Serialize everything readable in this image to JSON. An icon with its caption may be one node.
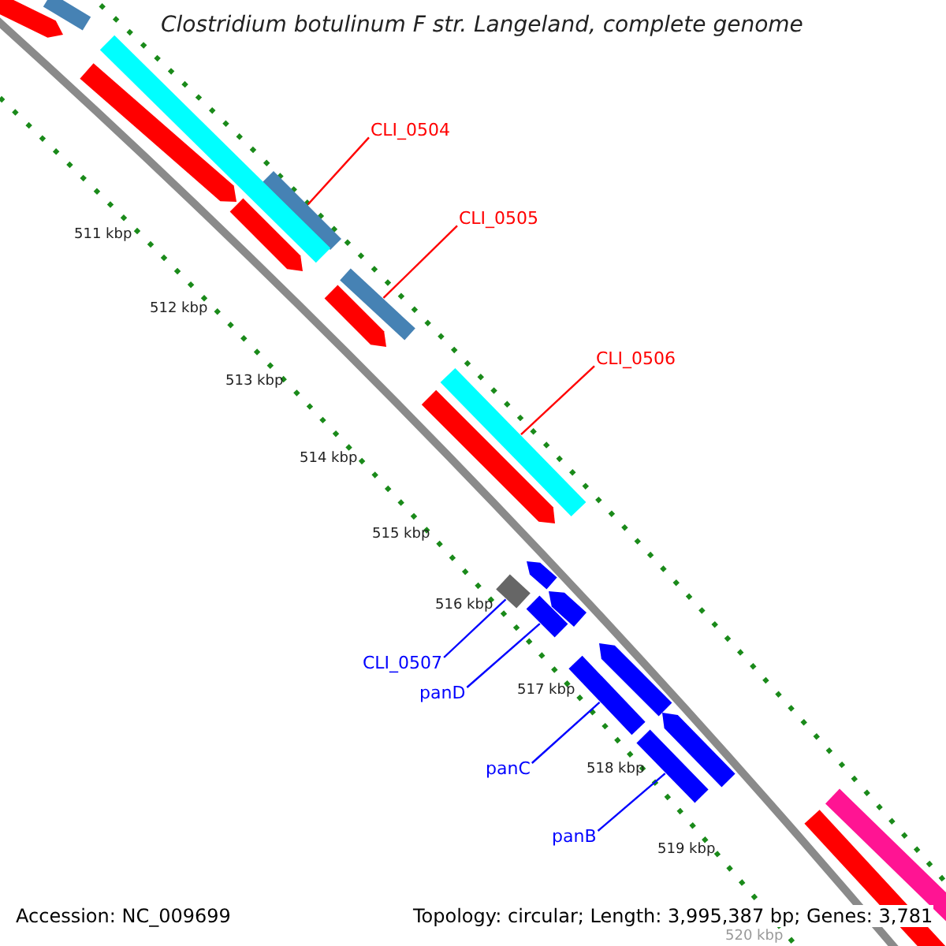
{
  "diagram": {
    "title": "Clostridium botulinum F str. Langeland, complete genome",
    "nodes": [
      {
        "text": [
          "CLI_0504"
        ]
      },
      {
        "text": [
          "CLI_0505"
        ]
      },
      {
        "text": [
          "CLI_0506"
        ]
      },
      {
        "text": [
          "CLI_0507"
        ]
      },
      {
        "text": [
          "panD"
        ]
      },
      {
        "text": [
          "panC"
        ]
      },
      {
        "text": [
          "panB"
        ]
      },
      {
        "text": [],
        "shape": "box"
      },
      {
        "text": [],
        "shape": "box"
      },
      {
        "text": [],
        "shape": "box"
      },
      {
        "text": [],
        "shape": "box"
      },
      {
        "text": [],
        "shape": "box"
      },
      {
        "text": [],
        "shape": "box"
      },
      {
        "text": [],
        "shape": "box"
      },
      {
        "text": [],
        "shape": "arrow"
      },
      {
        "text": [],
        "shape": "box"
      },
      {
        "text": [],
        "shape": "box"
      },
      {
        "text": [],
        "shape": "arrow"
      },
      {
        "text": [],
        "shape": "arrow"
      },
      {
        "text": [],
        "shape": "arrow"
      },
      {
        "text": [],
        "shape": "arrow"
      },
      {
        "text": [],
        "shape": "box"
      },
      {
        "text": [],
        "shape": "box"
      },
      {
        "text": [],
        "shape": "arrow"
      },
      {
        "text": [],
        "shape": "arrow"
      },
      {
        "text": [],
        "shape": "arrow"
      },
      {
        "text": [],
        "shape": "arrow"
      }
    ],
    "edges": [
      {
        "from": 0,
        "to": 7,
        "arrow": "none",
        "color": "#ff0000"
      },
      {
        "from": 1,
        "to": 8,
        "arrow": "none",
        "color": "#ff0000"
      },
      {
        "from": 2,
        "to": 9,
        "arrow": "none",
        "color": "#ff0000"
      },
      {
        "from": 3,
        "to": 10,
        "arrow": "none"
      },
      {
        "from": 4,
        "to": 11,
        "arrow": "none"
      },
      {
        "from": 5,
        "to": 12,
        "arrow": "none"
      },
      {
        "from": 6,
        "to": 13,
        "arrow": "none"
      }
    ],
    "labels": [
      "511 kbp",
      "512 kbp",
      "513 kbp",
      "514 kbp",
      "515 kbp",
      "516 kbp",
      "517 kbp",
      "518 kbp",
      "519 kbp",
      "520 kbp",
      "Accession: NC_009699",
      "Topology: circular; Length: 3,995,387 bp; Genes: 3,781"
    ]
  }
}
